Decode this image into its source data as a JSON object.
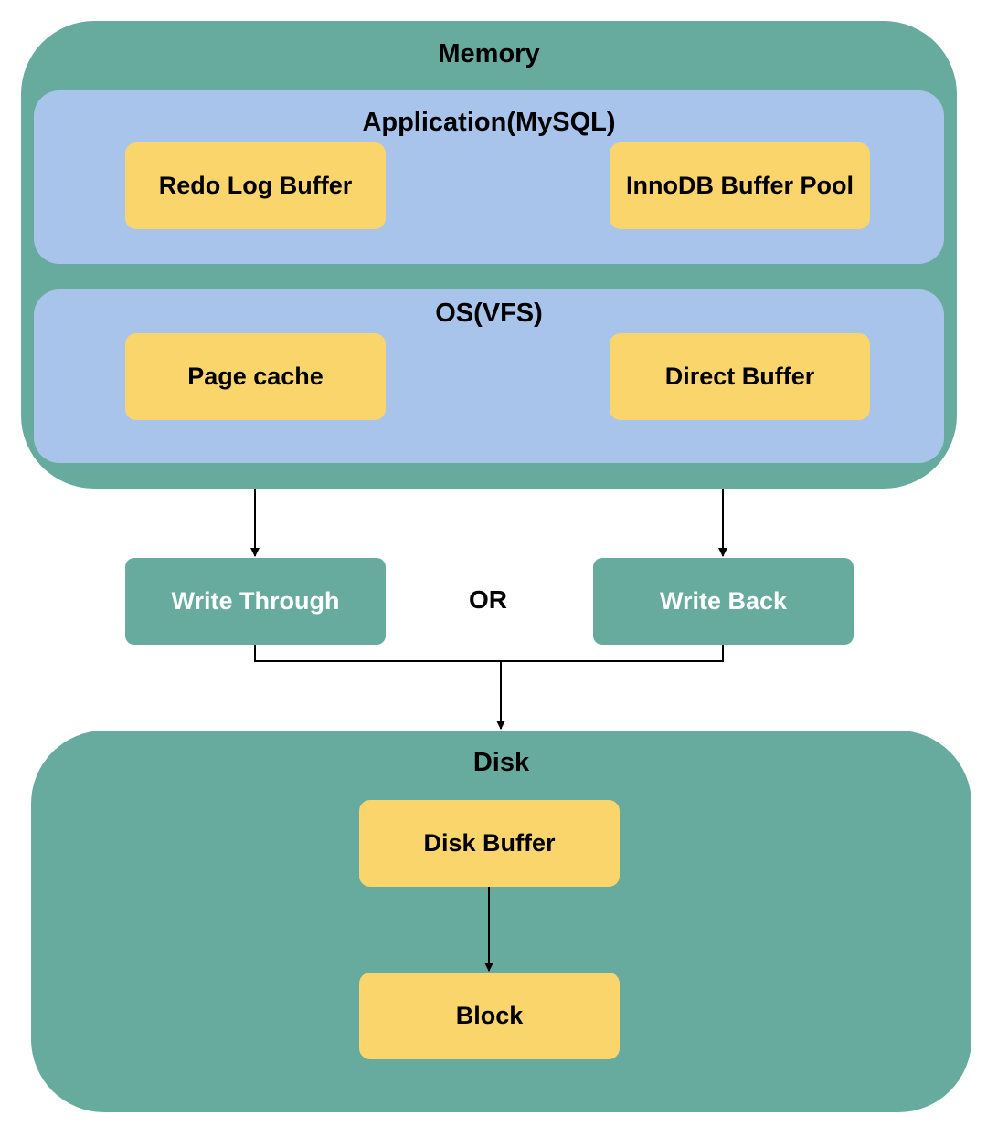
{
  "memory": {
    "title": "Memory",
    "application": {
      "title": "Application(MySQL)",
      "left_box": "Redo Log Buffer",
      "right_box": "InnoDB Buffer Pool"
    },
    "os": {
      "title": "OS(VFS)",
      "left_box": "Page cache",
      "right_box": "Direct Buffer"
    }
  },
  "write_modes": {
    "through": "Write Through",
    "separator": "OR",
    "back": "Write Back"
  },
  "disk": {
    "title": "Disk",
    "buffer": "Disk Buffer",
    "block": "Block"
  },
  "colors": {
    "group_green": "#67AB9F",
    "group_blue": "#A9C4EB",
    "node_yellow": "#F9D56B",
    "edge": "#000000"
  }
}
